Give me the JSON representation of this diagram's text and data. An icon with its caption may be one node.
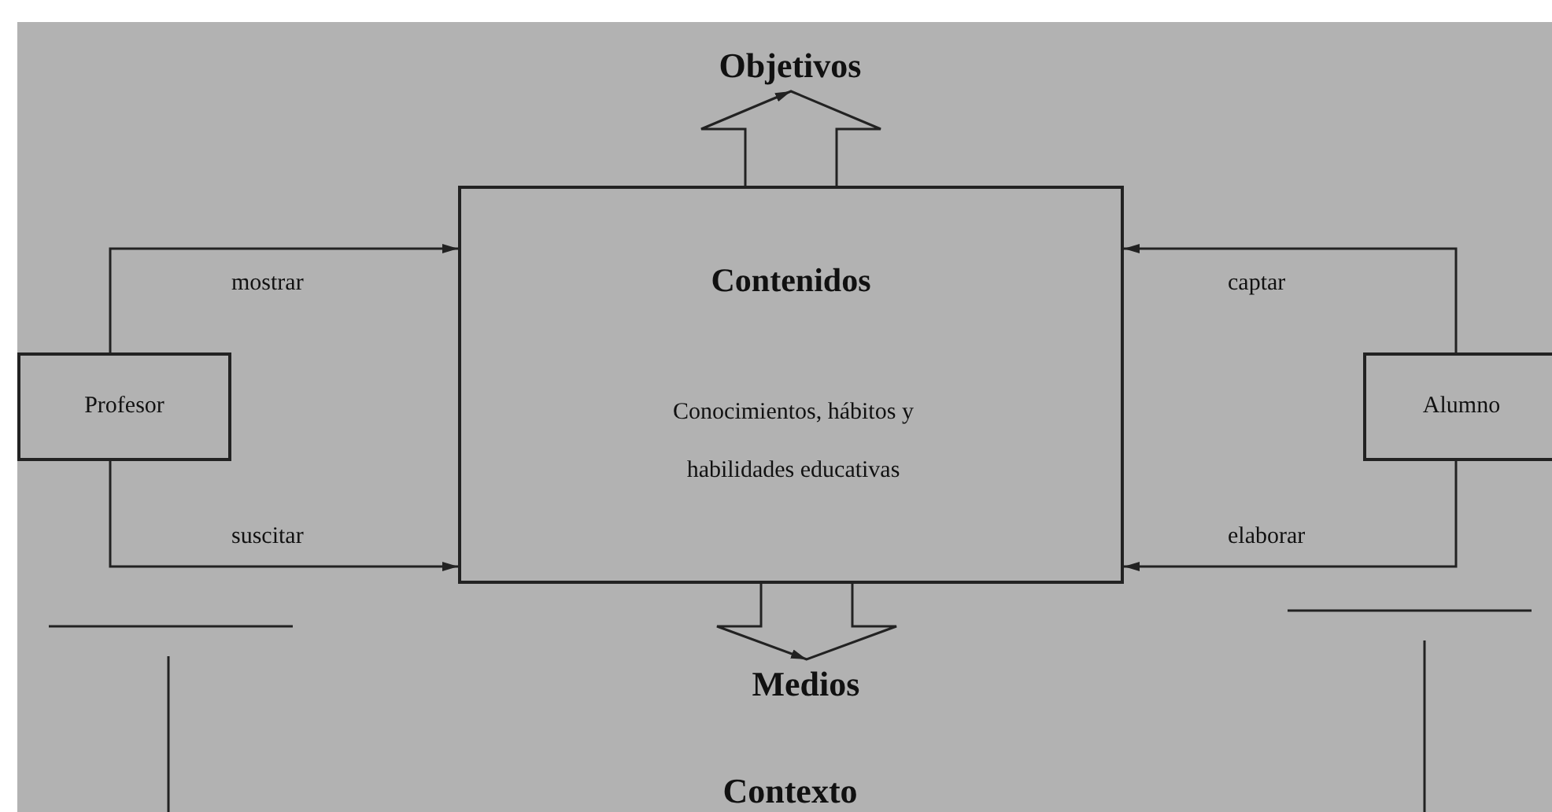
{
  "diagram": {
    "nodes": [
      {
        "text": [
          "Objetivos"
        ]
      },
      {
        "text": [
          "Contenidos",
          "Conocimientos, hábitos y habilidades educativas"
        ]
      },
      {
        "text": [
          "Profesor"
        ]
      },
      {
        "text": [
          "Alumno"
        ]
      },
      {
        "text": [
          "Medios"
        ]
      }
    ],
    "edges": [
      {
        "from": 2,
        "to": 1,
        "arrow": "to",
        "label": "mostrar"
      },
      {
        "from": 2,
        "to": 1,
        "arrow": "to",
        "label": "suscitar"
      },
      {
        "from": 3,
        "to": 1,
        "arrow": "to",
        "label": "captar"
      },
      {
        "from": 3,
        "to": 1,
        "arrow": "to",
        "label": "elaborar"
      },
      {
        "from": 1,
        "to": 0,
        "arrow": "to"
      },
      {
        "from": 1,
        "to": 4,
        "arrow": "to"
      }
    ],
    "labels": [
      "Contexto"
    ]
  }
}
